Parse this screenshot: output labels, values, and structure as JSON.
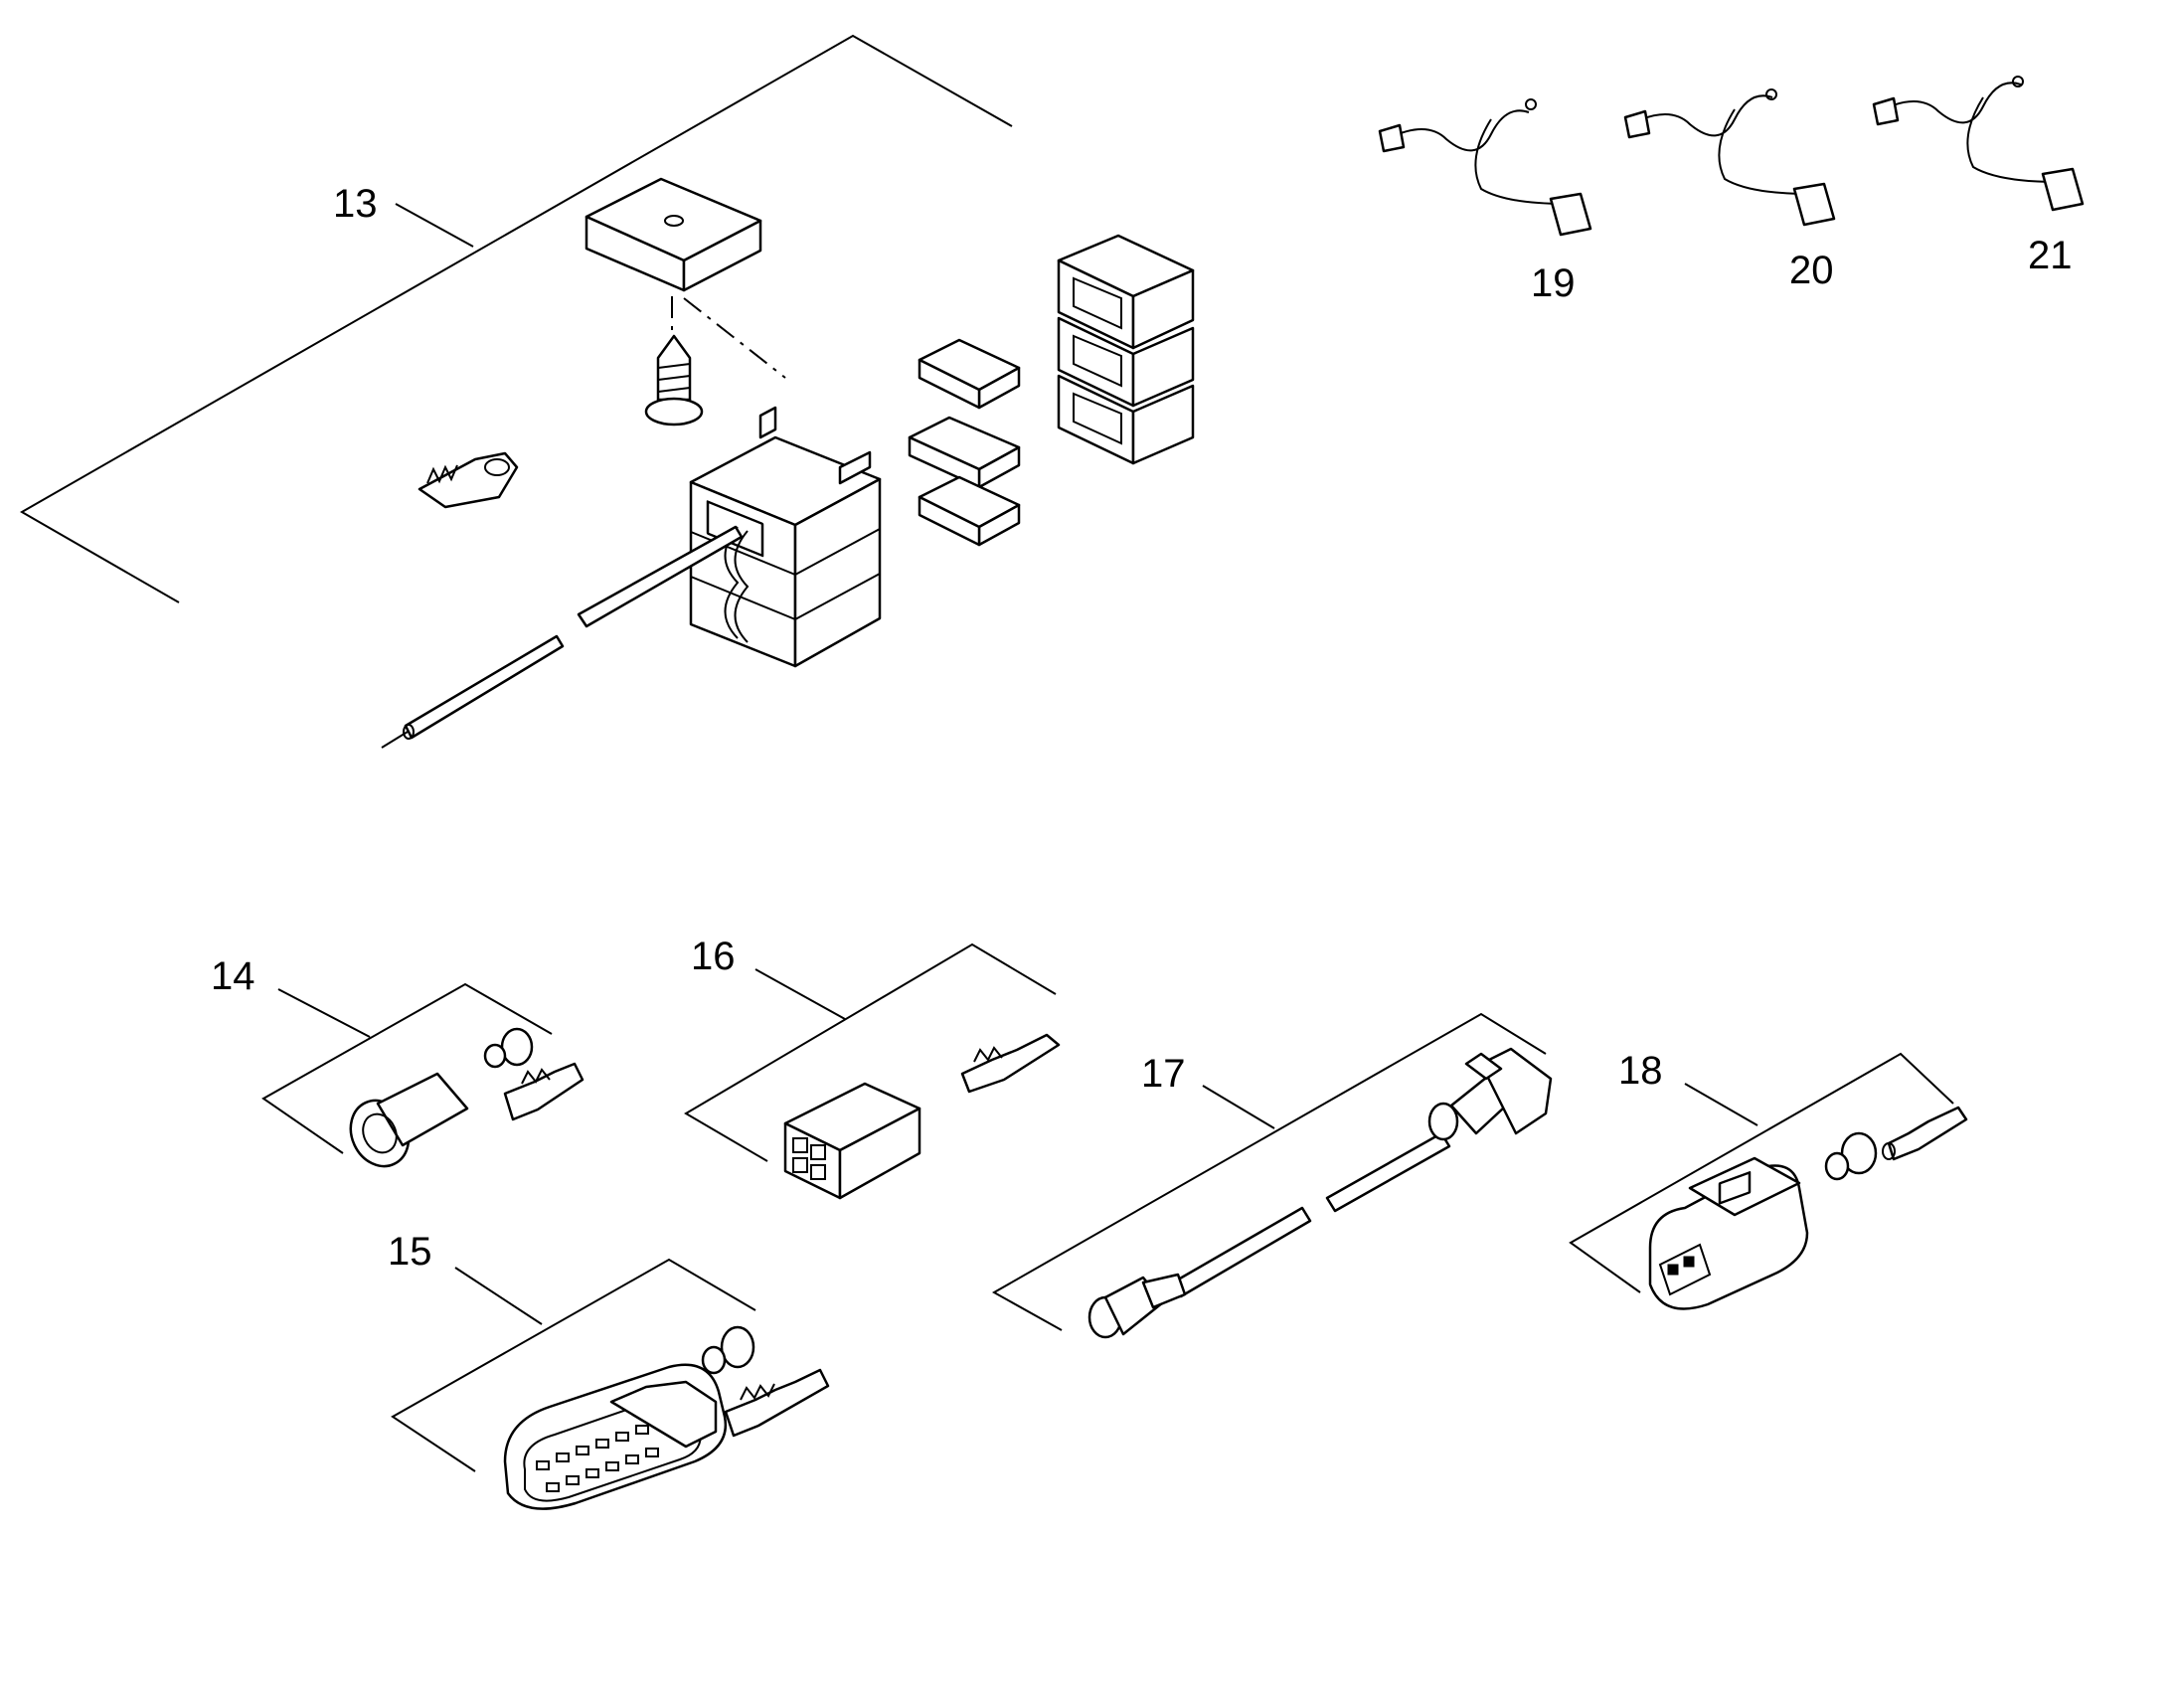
{
  "diagram": {
    "type": "exploded-parts-diagram",
    "callouts": {
      "c13": "13",
      "c14": "14",
      "c15": "15",
      "c16": "16",
      "c17": "17",
      "c18": "18",
      "c19": "19",
      "c20": "20",
      "c21": "21"
    }
  },
  "colors": {
    "line": "#000000",
    "background": "#ffffff"
  }
}
